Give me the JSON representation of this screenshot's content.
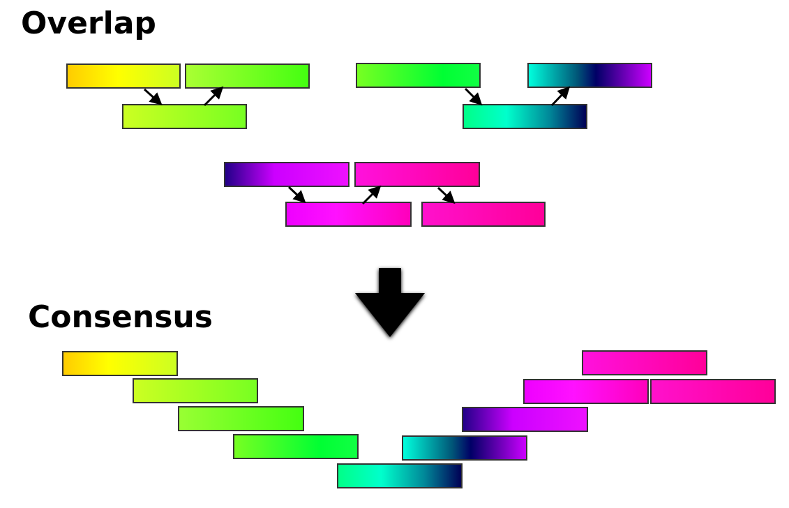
{
  "titles": {
    "overlap": "Overlap",
    "consensus": "Consensus"
  },
  "colors": {
    "orange": "#ffcc00",
    "yellow": "#ffff00",
    "lime": "#ccff22",
    "green": "#44ff11",
    "bright_green": "#00ff33",
    "spring": "#00ffaa",
    "cyan": "#00ffdd",
    "navy": "#000066",
    "indigo": "#330099",
    "violet": "#cc00ff",
    "magenta": "#ff00ff",
    "pink": "#ff0099",
    "arrow": "#000000",
    "read_border": "#333333"
  },
  "overlap_groups": [
    {
      "name": "yellow-green-group",
      "reads": 3,
      "overlap_arrows": 2
    },
    {
      "name": "green-blue-group",
      "reads": 3,
      "overlap_arrows": 2
    },
    {
      "name": "purple-pink-group",
      "reads": 4,
      "overlap_arrows": 3
    }
  ],
  "consensus": {
    "left_reads": 5,
    "right_reads": 5
  },
  "transition_arrow_icon": "down-arrow-icon"
}
